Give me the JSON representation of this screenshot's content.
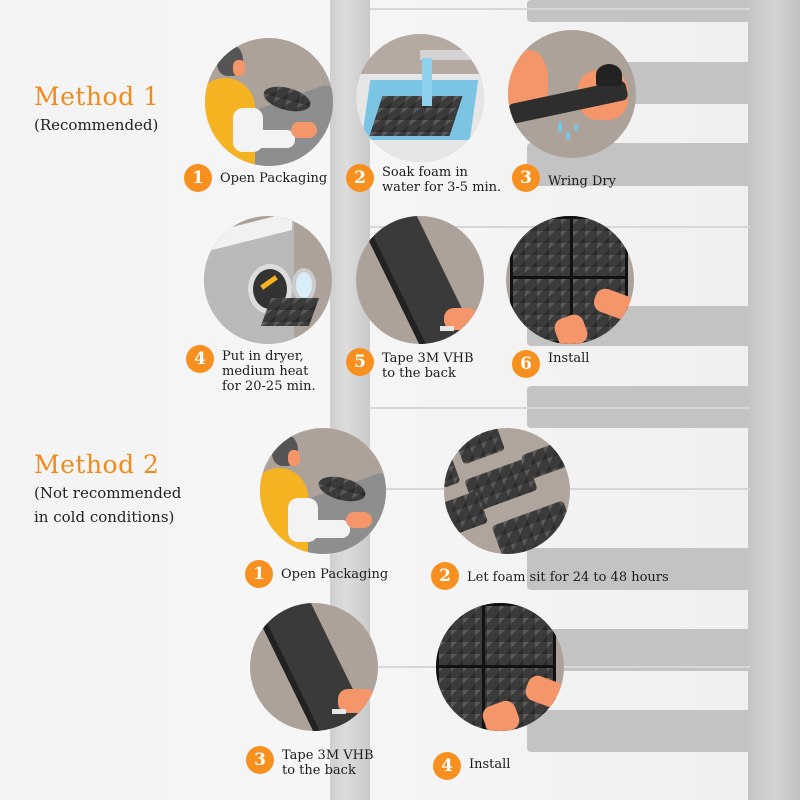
{
  "method1": {
    "title": "Method 1",
    "subtitle": "(Recommended)",
    "steps": [
      {
        "number": "1",
        "label": "Open Packaging",
        "illustration": "person-opening-package"
      },
      {
        "number": "2",
        "label": "Soak foam in\nwater for 3-5 min.",
        "illustration": "foam-soaking-in-sink"
      },
      {
        "number": "3",
        "label": "Wring Dry",
        "illustration": "hands-wringing-foam"
      },
      {
        "number": "4",
        "label": "Put in dryer,\nmedium heat\nfor 20-25 min.",
        "illustration": "foam-into-dryer"
      },
      {
        "number": "5",
        "label": "Tape 3M VHB\nto the back",
        "illustration": "taping-foam-back"
      },
      {
        "number": "6",
        "label": "Install",
        "illustration": "hands-installing-foam-panels"
      }
    ]
  },
  "method2": {
    "title": "Method 2",
    "subtitle_line1": "(Not recommended",
    "subtitle_line2": "in cold conditions)",
    "steps": [
      {
        "number": "1",
        "label": "Open Packaging",
        "illustration": "person-opening-package"
      },
      {
        "number": "2",
        "label": "Let foam sit for 24 to 48 hours",
        "illustration": "foam-panels-resting"
      },
      {
        "number": "3",
        "label": "Tape 3M VHB\nto the back",
        "illustration": "taping-foam-back"
      },
      {
        "number": "4",
        "label": "Install",
        "illustration": "hands-installing-foam-panels"
      }
    ]
  },
  "colors": {
    "accent": "#f7901e",
    "title_orange": "#f08a1a",
    "circle_bg": "#ada29a",
    "skin": "#f4956a",
    "shirt_yellow": "#f5b321",
    "foam_dark": "#3b3b3b",
    "water_blue": "#7cc4e4"
  }
}
